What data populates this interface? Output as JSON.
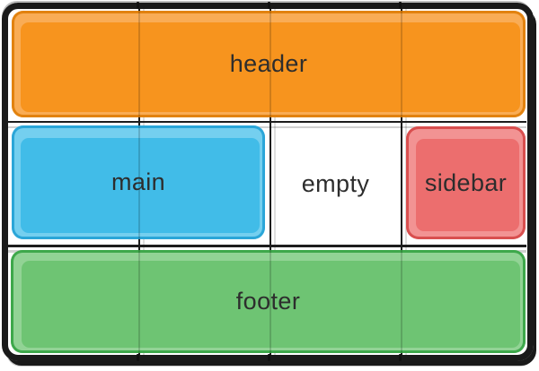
{
  "grid": {
    "columns": 4,
    "rows": 3,
    "frame_color": "#1A1A1A",
    "line_color": "#1D1D1D",
    "background": "#FFFFFF",
    "shadow_color": "#C9C9C9"
  },
  "text_color": "#2D2D2D",
  "cells": {
    "header": {
      "label": "header",
      "fill": "#F7941E",
      "highlight": "#F9AC55",
      "border": "#E2820F",
      "row": 1,
      "column_start": 1,
      "column_end": 5
    },
    "main": {
      "label": "main",
      "fill": "#41BCE8",
      "highlight": "#74CFEF",
      "border": "#2BA6D8",
      "row": 2,
      "column_start": 1,
      "column_end": 3
    },
    "empty": {
      "label": "empty",
      "fill": "#FFFFFF",
      "row": 2,
      "column_start": 3,
      "column_end": 4
    },
    "sidebar": {
      "label": "sidebar",
      "fill": "#EC6E6E",
      "highlight": "#F29393",
      "border": "#D94F4F",
      "row": 2,
      "column_start": 4,
      "column_end": 5
    },
    "footer": {
      "label": "footer",
      "fill": "#6EC473",
      "highlight": "#92D395",
      "border": "#3EA84B",
      "row": 3,
      "column_start": 1,
      "column_end": 5
    }
  }
}
